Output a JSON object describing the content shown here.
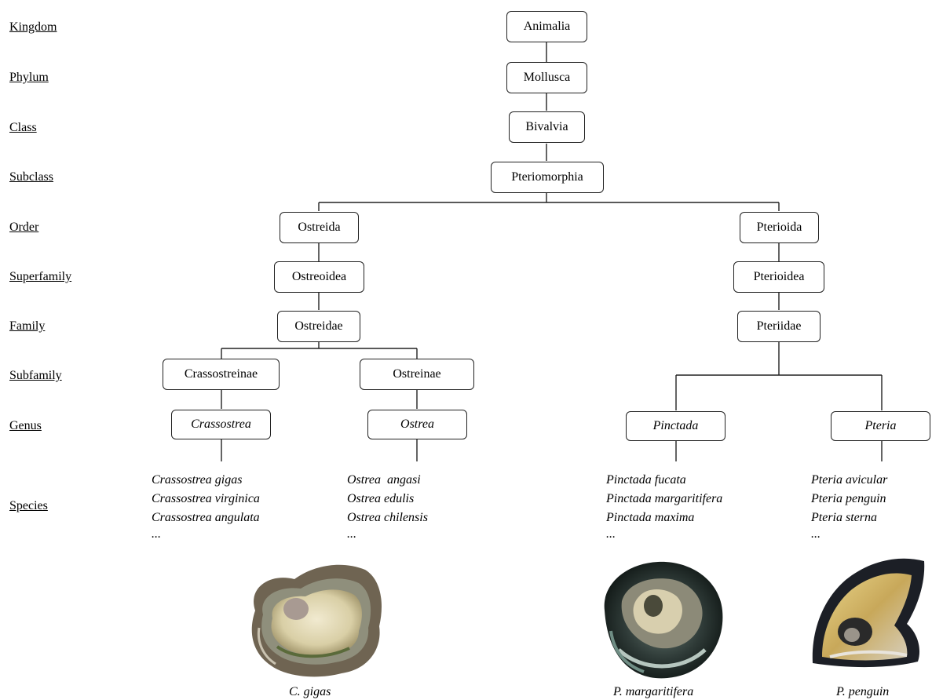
{
  "ranks": {
    "kingdom": "Kingdom",
    "phylum": "Phylum",
    "class": "Class",
    "subclass": "Subclass",
    "order": "Order",
    "superfamily": "Superfamily",
    "family": "Family",
    "subfamily": "Subfamily",
    "genus": "Genus",
    "species": "Species"
  },
  "taxa": {
    "kingdom": "Animalia",
    "phylum": "Mollusca",
    "class": "Bivalvia",
    "subclass": "Pteriomorphia",
    "order_left": "Ostreida",
    "order_right": "Pterioida",
    "superfamily_left": "Ostreoidea",
    "superfamily_right": "Pterioidea",
    "family_left": "Ostreidae",
    "family_right": "Pteriidae",
    "subfamily_1": "Crassostreinae",
    "subfamily_2": "Ostreinae",
    "genus_1": "Crassostrea",
    "genus_2": "Ostrea",
    "genus_3": "Pinctada",
    "genus_4": "Pteria"
  },
  "species": {
    "crassostrea": [
      "Crassostrea gigas",
      "Crassostrea virginica",
      "Crassostrea angulata",
      "..."
    ],
    "ostrea": [
      "Ostrea  angasi",
      "Ostrea edulis",
      "Ostrea chilensis",
      "..."
    ],
    "pinctada": [
      "Pinctada fucata",
      "Pinctada margaritifera",
      "Pinctada maxima",
      "..."
    ],
    "pteria": [
      "Pteria avicular",
      "Pteria penguin",
      "Pteria sterna",
      "..."
    ]
  },
  "captions": {
    "c_gigas": "C. gigas",
    "p_margaritifera": "P. margaritifera",
    "p_penguin": "P. penguin"
  }
}
